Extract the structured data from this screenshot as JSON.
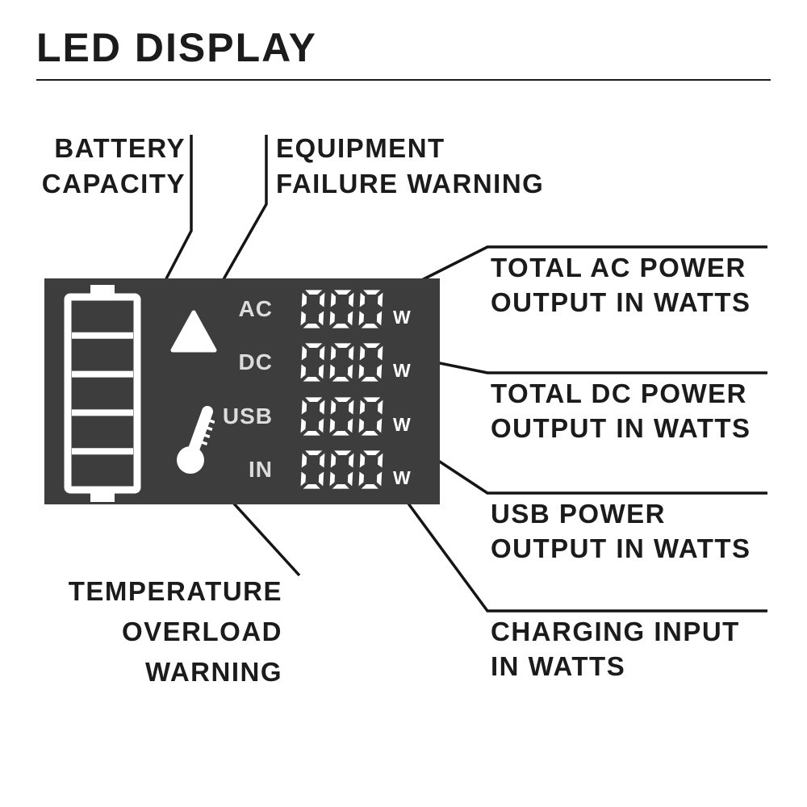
{
  "title": "LED DISPLAY",
  "panel": {
    "rows": [
      {
        "label": "AC",
        "value": "000",
        "unit": "W"
      },
      {
        "label": "DC",
        "value": "000",
        "unit": "W"
      },
      {
        "label": "USB",
        "value": "000",
        "unit": "W"
      },
      {
        "label": "IN",
        "value": "000",
        "unit": "W"
      }
    ],
    "icons": {
      "battery": "battery-icon",
      "warning": "warning-triangle-icon",
      "thermometer": "thermometer-icon"
    }
  },
  "callouts": {
    "battery_capacity": {
      "lines": [
        "BATTERY",
        "CAPACITY"
      ]
    },
    "equipment_failure": {
      "lines": [
        "EQUIPMENT",
        "FAILURE WARNING"
      ]
    },
    "total_ac": {
      "lines": [
        "TOTAL AC POWER",
        "OUTPUT IN WATTS"
      ]
    },
    "total_dc": {
      "lines": [
        "TOTAL DC POWER",
        "OUTPUT IN WATTS"
      ]
    },
    "usb_power": {
      "lines": [
        "USB POWER",
        "OUTPUT IN WATTS"
      ]
    },
    "charging_input": {
      "lines": [
        "CHARGING INPUT",
        "IN WATTS"
      ]
    },
    "temperature_overload": {
      "lines": [
        "TEMPERATURE",
        "OVERLOAD",
        "WARNING"
      ]
    }
  },
  "colors": {
    "panel_bg": "#3d3d3d",
    "display_fg": "#ffffff",
    "text": "#1b1b1b",
    "leader_line": "#151515"
  }
}
